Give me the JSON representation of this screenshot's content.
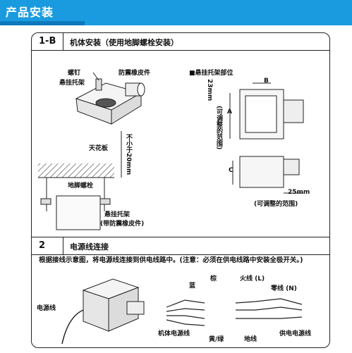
{
  "header": {
    "title": "产品安装"
  },
  "section1": {
    "number": "1-B",
    "title": "机体安装（使用地脚螺栓安装）",
    "labels": {
      "screw": "螺钉",
      "bracket": "悬挂托架",
      "rubber": "防震橡皮件",
      "ceiling": "天花板",
      "min_height": "不小于20mm",
      "bolt": "地脚螺栓",
      "bracket_with_rubber_1": "悬挂托架",
      "bracket_with_rubber_2": "(带防震橡皮件)"
    },
    "position": {
      "title": "■悬挂托架部位",
      "dim_a": "A",
      "dim_b": "B",
      "dim_c": "C",
      "dim_23mm": "23mm",
      "adjustable_v": "(可调整的范围)",
      "dim_25mm": "25mm",
      "adjustable_h": "(可调整的范围)"
    }
  },
  "section2": {
    "number": "2",
    "title": "电源线连接",
    "note": "根据接线示意图，将电源线连接到供电线路中。(注意：必须在供电线路中安装全极开关。)",
    "labels": {
      "power_cord": "电源线",
      "blue": "蓝",
      "brown": "棕",
      "live": "火线 (L)",
      "neutral": "零线 (N)",
      "unit_cord": "机体电源线",
      "yellow_green": "黄/绿",
      "ground": "地线",
      "supply_cord": "供电电源线"
    }
  }
}
